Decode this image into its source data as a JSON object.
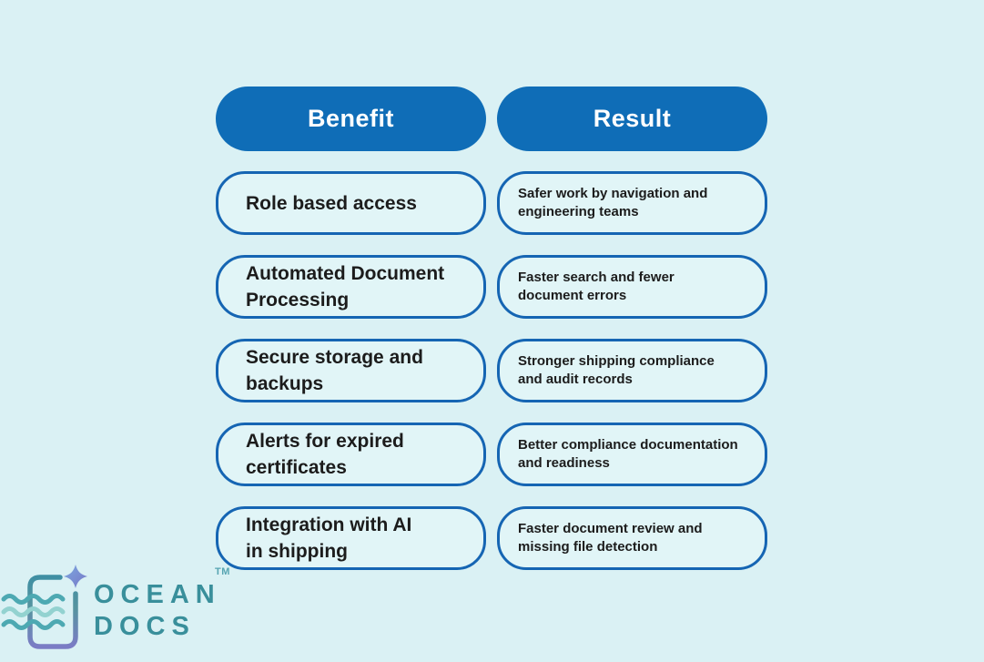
{
  "chart_data": {
    "type": "table",
    "title": "",
    "columns": [
      "Benefit",
      "Result"
    ],
    "rows": [
      [
        "Role based access",
        "Safer work by navigation and engineering teams"
      ],
      [
        "Automated Document Processing",
        "Faster search and fewer document errors"
      ],
      [
        "Secure storage and backups",
        "Stronger shipping compliance and audit records"
      ],
      [
        "Alerts for expired certificates",
        "Better compliance documentation and readiness"
      ],
      [
        "Integration with AI in shipping",
        "Faster document review and missing file detection"
      ]
    ]
  },
  "header": {
    "benefit": "Benefit",
    "result": "Result"
  },
  "rows": [
    {
      "benefit": "Role based access",
      "result": "Safer work by navigation and\nengineering teams"
    },
    {
      "benefit": "Automated Document\nProcessing",
      "result": "Faster search and fewer\ndocument errors"
    },
    {
      "benefit": "Secure storage and\nbackups",
      "result": "Stronger shipping compliance\nand audit records"
    },
    {
      "benefit": "Alerts for expired\ncertificates",
      "result": "Better compliance documentation\nand readiness"
    },
    {
      "benefit": "Integration with AI\nin shipping",
      "result": "Faster document review and\nmissing file detection"
    }
  ],
  "logo": {
    "brand_line1": "OCEAN",
    "brand_line2": "DOCS",
    "trademark": "TM"
  },
  "colors": {
    "background": "#DAF1F4",
    "header_fill": "#0F6DB7",
    "cell_border": "#1565B3",
    "cell_fill": "#E1F5F7",
    "text": "#1C1C1C",
    "brand_teal": "#398F9B",
    "logo_purple": "#7B7CC5",
    "logo_star_blue": "#6E93D6",
    "wave_teal": "#4DA9B2",
    "wave_mint": "#93D2D0"
  }
}
